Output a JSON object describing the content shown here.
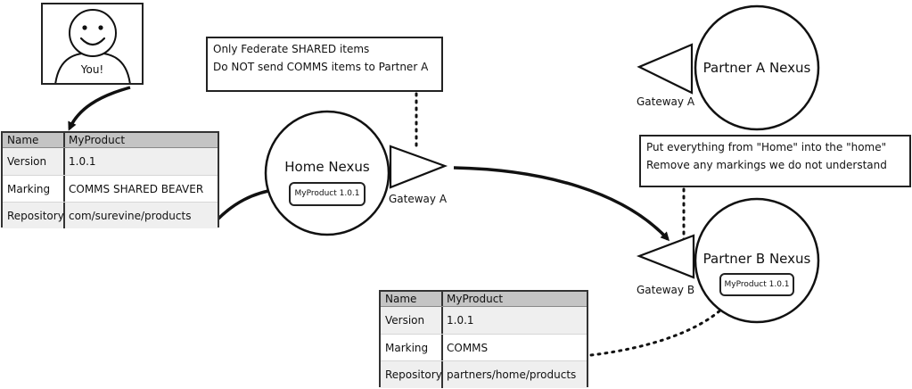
{
  "user": {
    "label": "You!"
  },
  "source_table": {
    "header": {
      "key": "Name",
      "value": "MyProduct"
    },
    "rows": [
      {
        "key": "Version",
        "value": "1.0.1"
      },
      {
        "key": "Marking",
        "value": "COMMS SHARED BEAVER"
      },
      {
        "key": "Repository",
        "value": "com/surevine/products"
      }
    ]
  },
  "result_table": {
    "header": {
      "key": "Name",
      "value": "MyProduct"
    },
    "rows": [
      {
        "key": "Version",
        "value": "1.0.1"
      },
      {
        "key": "Marking",
        "value": "COMMS"
      },
      {
        "key": "Repository",
        "value": "partners/home/products"
      }
    ]
  },
  "home_nexus": {
    "title": "Home Nexus",
    "product": "MyProduct 1.0.1"
  },
  "partner_a": {
    "title": "Partner A Nexus",
    "gateway_label": "Gateway A"
  },
  "partner_b": {
    "title": "Partner B Nexus",
    "gateway_label": "Gateway B",
    "product": "MyProduct 1.0.1"
  },
  "home_gateway": {
    "label": "Gateway A"
  },
  "note_gateway_a": {
    "lines": [
      "Only Federate SHARED items",
      "Do NOT send COMMS items to Partner A"
    ]
  },
  "note_gateway_b": {
    "lines": [
      "Put everything from \"Home\" into the \"home\"",
      "Remove any markings we do not understand"
    ]
  }
}
